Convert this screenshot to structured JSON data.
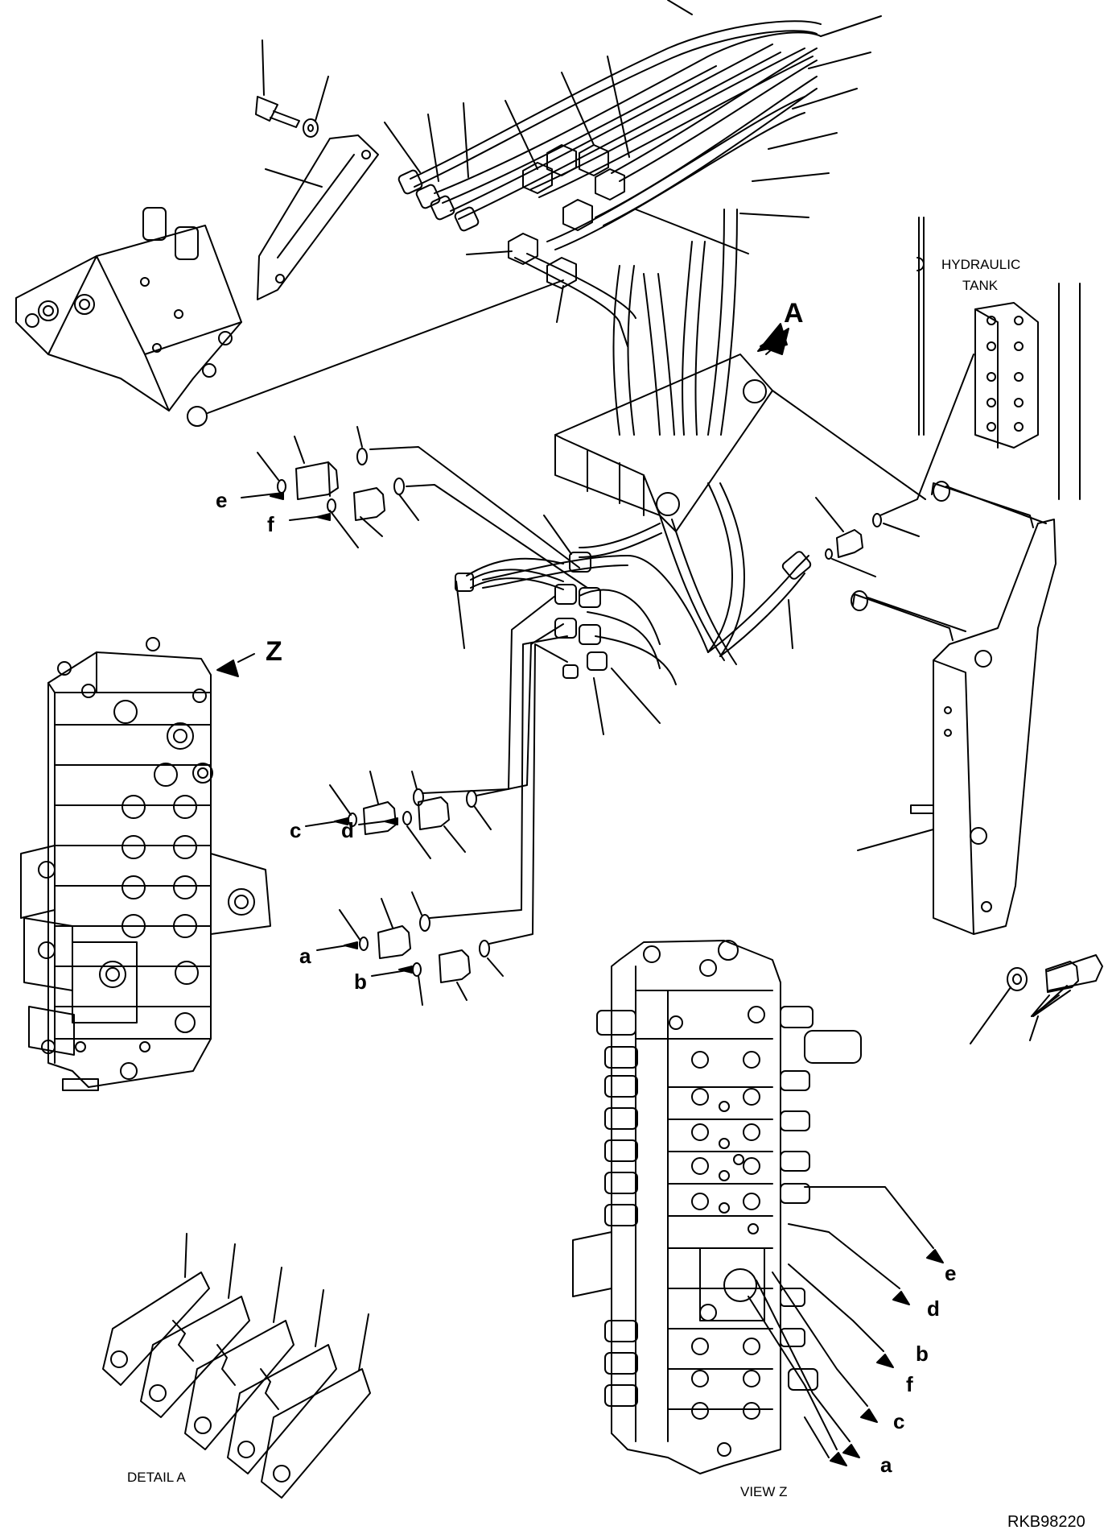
{
  "labels": {
    "hydraulic_tank_line1": "HYDRAULIC",
    "hydraulic_tank_line2": "TANK",
    "detail_a": "DETAIL A",
    "view_z": "VIEW Z",
    "view_a_marker": "A",
    "view_z_marker": "Z",
    "drawing_number": "RKB98220"
  },
  "port_letters": {
    "a": "a",
    "b": "b",
    "c": "c",
    "d": "d",
    "e": "e",
    "f": "f"
  },
  "colors": {
    "line": "#000000",
    "background": "#ffffff"
  }
}
